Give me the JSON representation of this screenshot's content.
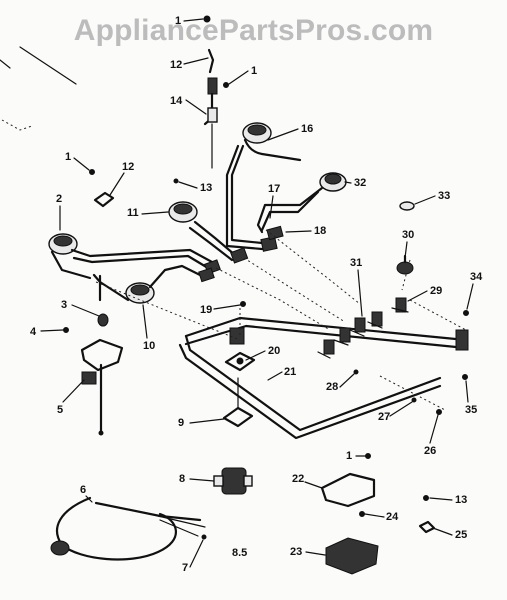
{
  "watermark": "AppliancePartsPros.com",
  "figure_code": "8.5",
  "callouts": {
    "c1a": "1",
    "c12a": "12",
    "c1b": "1",
    "c14": "14",
    "c16": "16",
    "c1c": "1",
    "c12b": "12",
    "c13a": "13",
    "c17": "17",
    "c32": "32",
    "c33": "33",
    "c2": "2",
    "c11": "11",
    "c18": "18",
    "c30": "30",
    "c31": "31",
    "c34": "34",
    "c3": "3",
    "c19": "19",
    "c29": "29",
    "c10": "10",
    "c4": "4",
    "c20": "20",
    "c21": "21",
    "c5": "5",
    "c28": "28",
    "c27": "27",
    "c35": "35",
    "c9": "9",
    "c26": "26",
    "c1d": "1",
    "c8": "8",
    "c22": "22",
    "c6": "6",
    "c13b": "13",
    "c24": "24",
    "c25": "25",
    "c7": "7",
    "c23": "23"
  }
}
